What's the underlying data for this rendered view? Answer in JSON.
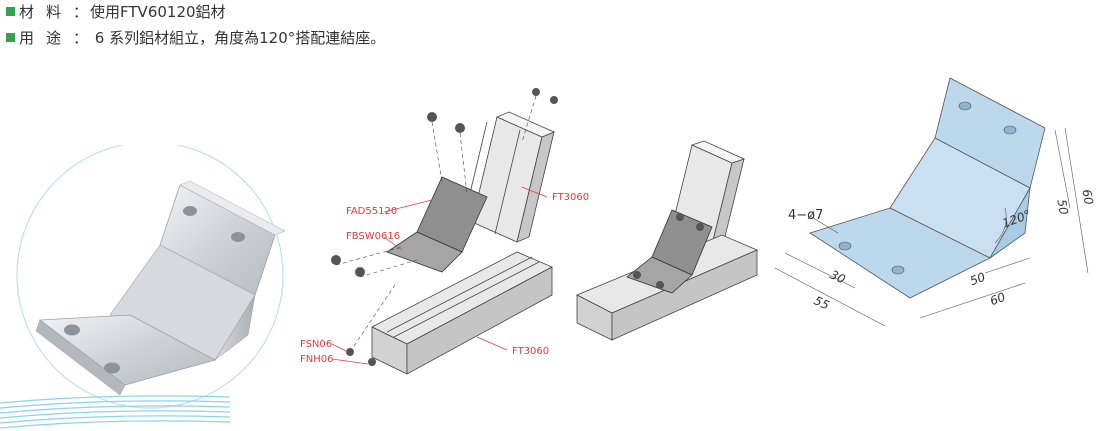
{
  "specs": [
    {
      "key": "材料",
      "colon": "：",
      "value": "使用FTV60120鋁材"
    },
    {
      "key": "用途",
      "colon": "：",
      "value": " 6 系列鋁材組立，角度為120°搭配連結座。"
    }
  ],
  "accent_color": "#33a24a",
  "callout_color": "#e23b3b",
  "callouts": {
    "fad": "FAD55120",
    "fbsw": "FBSW0616",
    "ft_top": "FT3060",
    "ft_bottom": "FT3060",
    "fsn": "FSN06",
    "fnh": "FNH06"
  },
  "dimensions": {
    "holes": "4−ø7",
    "angle": "120°",
    "d50_right": "50",
    "d60_right": "60",
    "d30_left": "30",
    "d55_left": "55",
    "d50_bottom": "50",
    "d60_bottom": "60"
  },
  "icons": {
    "spec_bullet": "green-square-icon",
    "photo": "bracket-photo",
    "explode": "exploded-assembly-diagram",
    "assembled": "assembled-profile-diagram",
    "drawing": "dimension-drawing"
  }
}
